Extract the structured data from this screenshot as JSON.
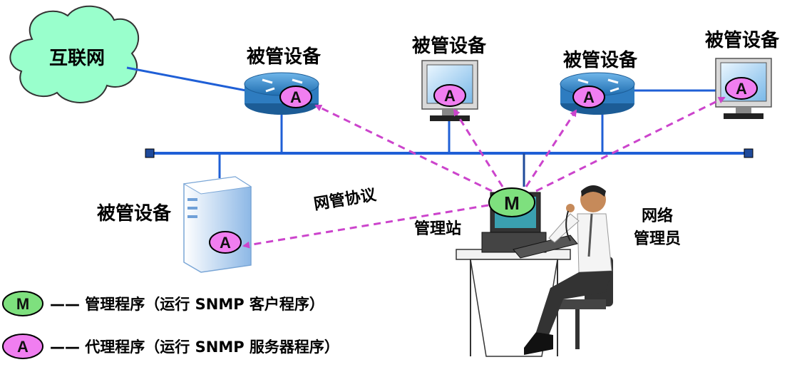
{
  "labels": {
    "internet": "互联网",
    "managed_device_router1": "被管设备",
    "managed_device_pc1": "被管设备",
    "managed_device_router2": "被管设备",
    "managed_device_pc2": "被管设备",
    "managed_device_server": "被管设备",
    "protocol": "网管协议",
    "station": "管理站",
    "admin_line1": "网络",
    "admin_line2": "管理员"
  },
  "badges": {
    "agent": "A",
    "manager": "M"
  },
  "legend": {
    "manager_desc": "—— 管理程序（运行 SNMP 客户程序）",
    "agent_desc": "—— 代理程序（运行 SNMP 服务器程序）"
  },
  "colors": {
    "network_line": "#1f5fd6",
    "protocol_arrow": "#cc44cc",
    "agent_fill": "#f07ef0",
    "manager_fill": "#7ee07e",
    "cloud_fill": "#99ffcc",
    "router_fill": "#3b8fd1"
  },
  "icons": [
    "cloud-icon",
    "router-icon",
    "monitor-icon",
    "server-icon",
    "person-at-workstation-icon"
  ]
}
